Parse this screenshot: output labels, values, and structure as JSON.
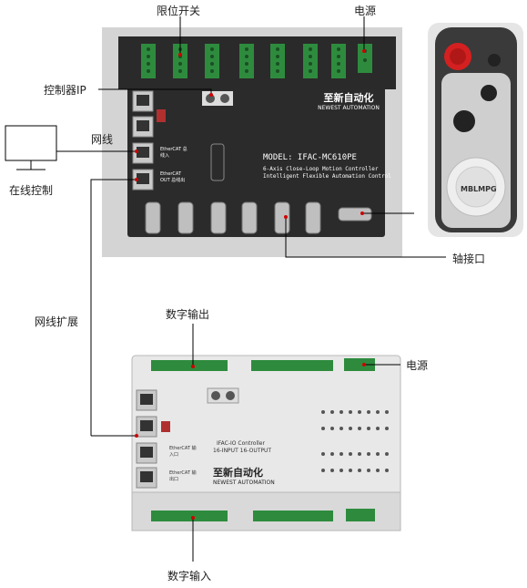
{
  "labels": {
    "limit_switch": "限位开关",
    "power_top": "电源",
    "controller_ip": "控制器IP",
    "network": "网线",
    "online_control": "在线控制",
    "axis_port": "轴接口",
    "network_ext": "网线扩展",
    "digital_output": "数字输出",
    "power_io": "电源",
    "digital_input": "数字输入"
  },
  "controller": {
    "brand_cn": "至新自动化",
    "brand_en": "NEWEST AUTOMATION",
    "model": "MODEL: IFAC-MC610PE",
    "desc1": "6-Axis Close-Loop Motion Controller",
    "desc2": "Intelligent Flexible Automation Control",
    "port_in_label": "EtherCAT 总线入",
    "port_out_label": "EtherCAT OUT 总线出"
  },
  "io_module": {
    "brand_cn": "至新自动化",
    "brand_en": "NEWEST AUTOMATION",
    "title": "IFAC-IO Controller",
    "spec": "16-INPUT  16-OUTPUT",
    "port_in_label": "EtherCAT 输入口",
    "port_out_label": "EtherCAT 输出口"
  },
  "pendant": {
    "brand": "MBLMPG"
  },
  "colors": {
    "controller_body": "#2b2b2b",
    "terminal_green": "#2e8b3e",
    "pendant_red": "#d42020",
    "io_body": "#e8e8e8"
  }
}
